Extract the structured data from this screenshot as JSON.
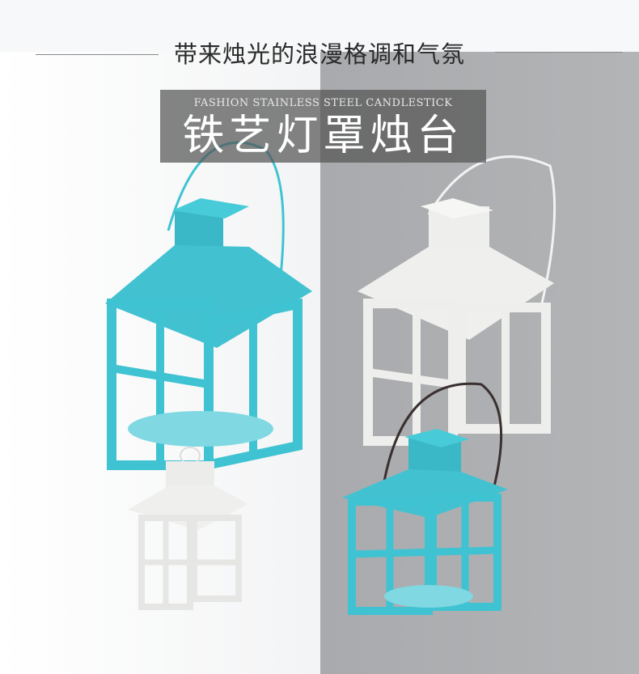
{
  "headline": "带来烛光的浪漫格调和气氛",
  "banner": {
    "subtitle": "FASHION STAINLESS STEEL CANDLESTICK",
    "title": "铁艺灯罩烛台"
  },
  "colors": {
    "turquoise": "#3fc3d2",
    "white_lantern": "#eeeeec",
    "gray_panel": "#adaeb0"
  }
}
